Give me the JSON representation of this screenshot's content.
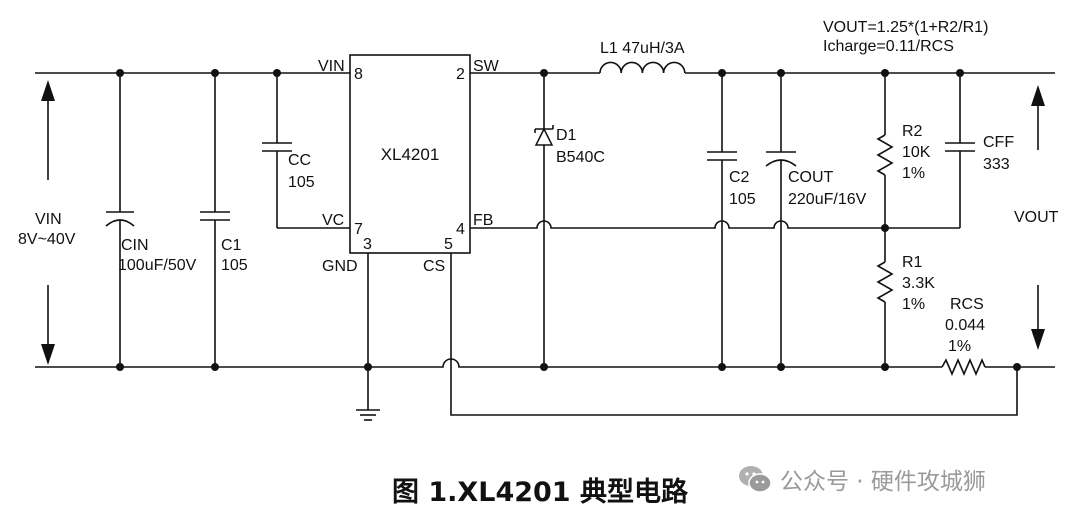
{
  "ic": {
    "name": "XL4201",
    "pins": [
      {
        "num": "8",
        "label": "VIN"
      },
      {
        "num": "2",
        "label": "SW"
      },
      {
        "num": "7",
        "label": "VC"
      },
      {
        "num": "4",
        "label": "FB"
      },
      {
        "num": "3",
        "label": "GND"
      },
      {
        "num": "5",
        "label": "CS"
      }
    ]
  },
  "input": {
    "label": "VIN",
    "range": "8V~40V"
  },
  "output": {
    "label": "VOUT"
  },
  "formulas": [
    "VOUT=1.25*(1+R2/R1)",
    "Icharge=0.11/RCS"
  ],
  "components": {
    "cin": {
      "name": "CIN",
      "value": "100uF/50V"
    },
    "c1": {
      "name": "C1",
      "value": "105"
    },
    "cc": {
      "name": "CC",
      "value": "105"
    },
    "l1": {
      "label": "L1 47uH/3A"
    },
    "d1": {
      "name": "D1",
      "value": "B540C"
    },
    "c2": {
      "name": "C2",
      "value": "105"
    },
    "cout": {
      "name": "COUT",
      "value": "220uF/16V"
    },
    "r2": {
      "name": "R2",
      "value": "10K",
      "tol": "1%"
    },
    "cff": {
      "name": "CFF",
      "value": "333"
    },
    "r1": {
      "name": "R1",
      "value": "3.3K",
      "tol": "1%"
    },
    "rcs": {
      "name": "RCS",
      "value": "0.044",
      "tol": "1%"
    }
  },
  "caption": "图 1.XL4201 典型电路",
  "watermark": "公众号 · 硬件攻城狮",
  "colors": {
    "line": "#111111",
    "watermark": "#9a9a9a"
  },
  "icons": {
    "watermark": "wechat-icon",
    "ground": "ground-icon"
  }
}
